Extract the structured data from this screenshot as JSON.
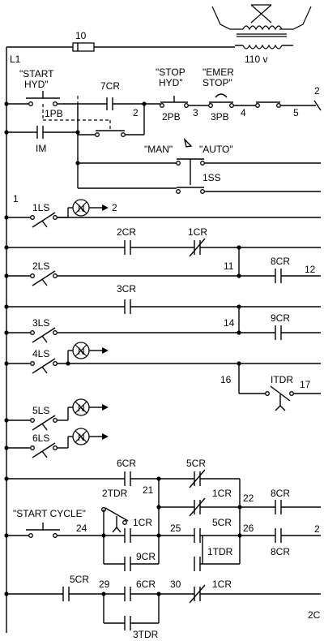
{
  "labels": {
    "fuse": "10",
    "l1": "L1",
    "transformer": "110 v",
    "start_hyd": "\"START\nHYD\"",
    "pb1": "1PB",
    "im": "IM",
    "cr7": "7CR",
    "n2": "2",
    "stop_hyd": "\"STOP\nHYD\"",
    "pb2": "2PB",
    "n3": "3",
    "emer_stop": "\"EMER\nSTOP\"",
    "pb3": "3PB",
    "n4": "4",
    "n5": "5",
    "n2_right": "2",
    "man": "\"MAN\"",
    "auto": "\"AUTO\"",
    "ss1": "1SS",
    "n1": "1",
    "ls1": "1LS",
    "lamp_arrow_2": "2",
    "cr2": "2CR",
    "cr1_a": "1CR",
    "ls2": "2LS",
    "n11": "11",
    "cr8_a": "8CR",
    "n12": "12",
    "cr3": "3CR",
    "ls3": "3LS",
    "n14": "14",
    "cr9": "9CR",
    "ls4": "4LS",
    "n16": "16",
    "tdr1": "ITDR",
    "n17": "17",
    "ls5": "5LS",
    "ls6": "6LS",
    "cr6_a": "6CR",
    "cr5_a": "5CR",
    "n21": "21",
    "tdr2": "2TDR",
    "cr1_b": "1CR",
    "n22": "22",
    "cr8_b": "8CR",
    "start_cycle": "\"START CYCLE\"",
    "n24": "24",
    "cr1_c": "1CR",
    "n25": "25",
    "cr5_b": "5CR",
    "n26": "26",
    "n2_bottom": "2",
    "cr9_b": "9CR",
    "tdr1_b": "1TDR",
    "cr8_c": "8CR",
    "cr5_c": "5CR",
    "n29": "29",
    "cr6_b": "6CR",
    "n30": "30",
    "cr1_d": "1CR",
    "tdr3": "3TDR",
    "n2c": "2C"
  }
}
